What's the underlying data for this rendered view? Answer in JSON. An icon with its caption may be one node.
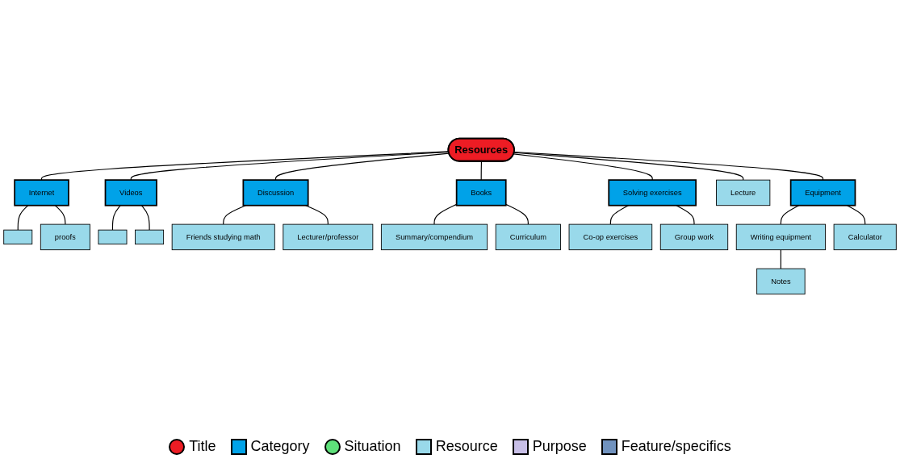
{
  "diagram": {
    "nodes": [
      {
        "text": [],
        "shape": "box"
      },
      {
        "text": [],
        "shape": "box"
      },
      {
        "text": [
          "proofs"
        ]
      },
      {
        "text": [],
        "shape": "box"
      },
      {
        "text": [
          "Internet"
        ]
      },
      {
        "text": [
          "Videos"
        ]
      },
      {
        "text": [
          "Friends studying math"
        ]
      },
      {
        "text": [
          "Summary/compendium"
        ]
      },
      {
        "text": [
          "Discussion"
        ]
      },
      {
        "text": [
          "Resources"
        ]
      },
      {
        "text": [
          "Books"
        ]
      },
      {
        "text": [
          "Lecturer/professor"
        ]
      },
      {
        "text": [
          "Curriculum"
        ]
      },
      {
        "text": [
          "Solving exercises"
        ]
      },
      {
        "text": [
          "Lecture"
        ]
      },
      {
        "text": [
          "Equipment"
        ]
      },
      {
        "text": [
          "Writing equipment"
        ]
      },
      {
        "text": [
          "Co-op exercises"
        ]
      },
      {
        "text": [
          "Notes"
        ]
      },
      {
        "text": [
          "Group work"
        ]
      },
      {
        "text": [
          "Calculator"
        ]
      }
    ],
    "edges": [
      {
        "from": 9,
        "to": 4,
        "arrow": "none"
      },
      {
        "from": 9,
        "to": 5,
        "arrow": "none"
      },
      {
        "from": 9,
        "to": 8,
        "arrow": "none"
      },
      {
        "from": 9,
        "to": 10,
        "arrow": "none"
      },
      {
        "from": 9,
        "to": 13,
        "arrow": "none"
      },
      {
        "from": 9,
        "to": 14,
        "arrow": "none"
      },
      {
        "from": 9,
        "to": 15,
        "arrow": "none"
      },
      {
        "from": 4,
        "to": 0,
        "arrow": "none"
      },
      {
        "from": 4,
        "to": 2,
        "arrow": "none"
      },
      {
        "from": 5,
        "to": 1,
        "arrow": "none"
      },
      {
        "from": 5,
        "to": 3,
        "arrow": "none"
      },
      {
        "from": 8,
        "to": 6,
        "arrow": "none"
      },
      {
        "from": 8,
        "to": 11,
        "arrow": "none"
      },
      {
        "from": 10,
        "to": 7,
        "arrow": "none"
      },
      {
        "from": 10,
        "to": 12,
        "arrow": "none"
      },
      {
        "from": 13,
        "to": 17,
        "arrow": "none"
      },
      {
        "from": 13,
        "to": 19,
        "arrow": "none"
      },
      {
        "from": 15,
        "to": 16,
        "arrow": "none"
      },
      {
        "from": 15,
        "to": 20,
        "arrow": "none"
      },
      {
        "from": 16,
        "to": 18,
        "arrow": "none"
      }
    ],
    "legend": [
      {
        "text": "Title",
        "color": "#ed1c24"
      },
      {
        "text": "Category",
        "color": "#00a2e8"
      },
      {
        "text": "Situation",
        "color": "#5ee07a"
      },
      {
        "text": "Resource",
        "color": "#99d9ea"
      },
      {
        "text": "Purpose",
        "color": "#c8bfe7"
      },
      {
        "text": "Feature/specifics",
        "color": "#7092be"
      }
    ]
  }
}
